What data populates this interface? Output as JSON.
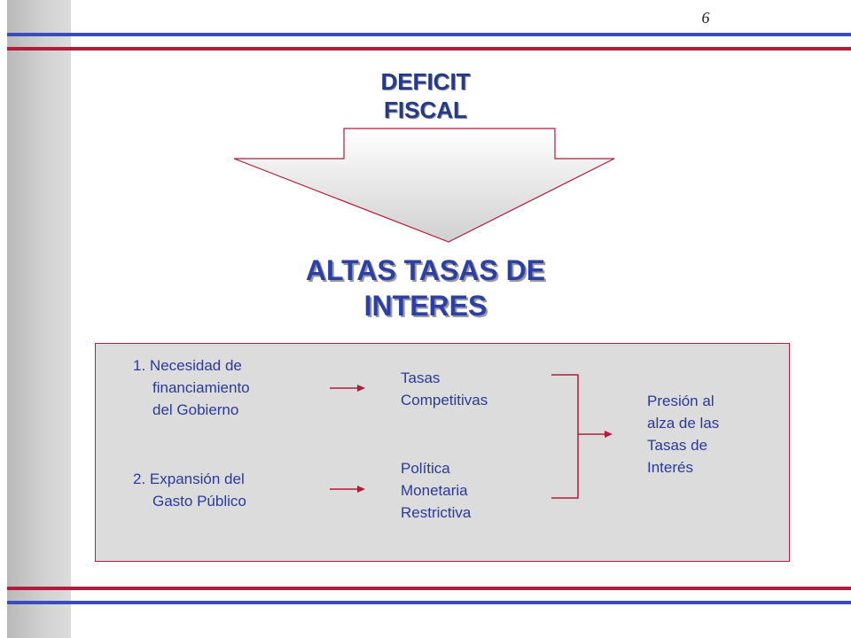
{
  "page_number": "6",
  "top_title": {
    "line1": "DEFICIT",
    "line2": "FISCAL"
  },
  "result_title": {
    "line1": "ALTAS TASAS DE",
    "line2": "INTERES"
  },
  "causes": [
    {
      "number": "1.",
      "lines": [
        "Necesidad de",
        "financiamiento",
        "del Gobierno"
      ]
    },
    {
      "number": "2.",
      "lines": [
        "Expansión del",
        "Gasto Público"
      ]
    }
  ],
  "effects": [
    {
      "lines": [
        "Tasas",
        "Competitivas"
      ]
    },
    {
      "lines": [
        "Política",
        "Monetaria",
        "Restrictiva"
      ]
    }
  ],
  "outcome": {
    "lines": [
      "Presión al",
      "alza de las",
      "Tasas de",
      "Interés"
    ]
  },
  "colors": {
    "accent_red": "#b01c3c",
    "accent_blue": "#3a4bbf",
    "text_blue": "#2a3a9a",
    "box_fill": "#dcdcdc"
  }
}
